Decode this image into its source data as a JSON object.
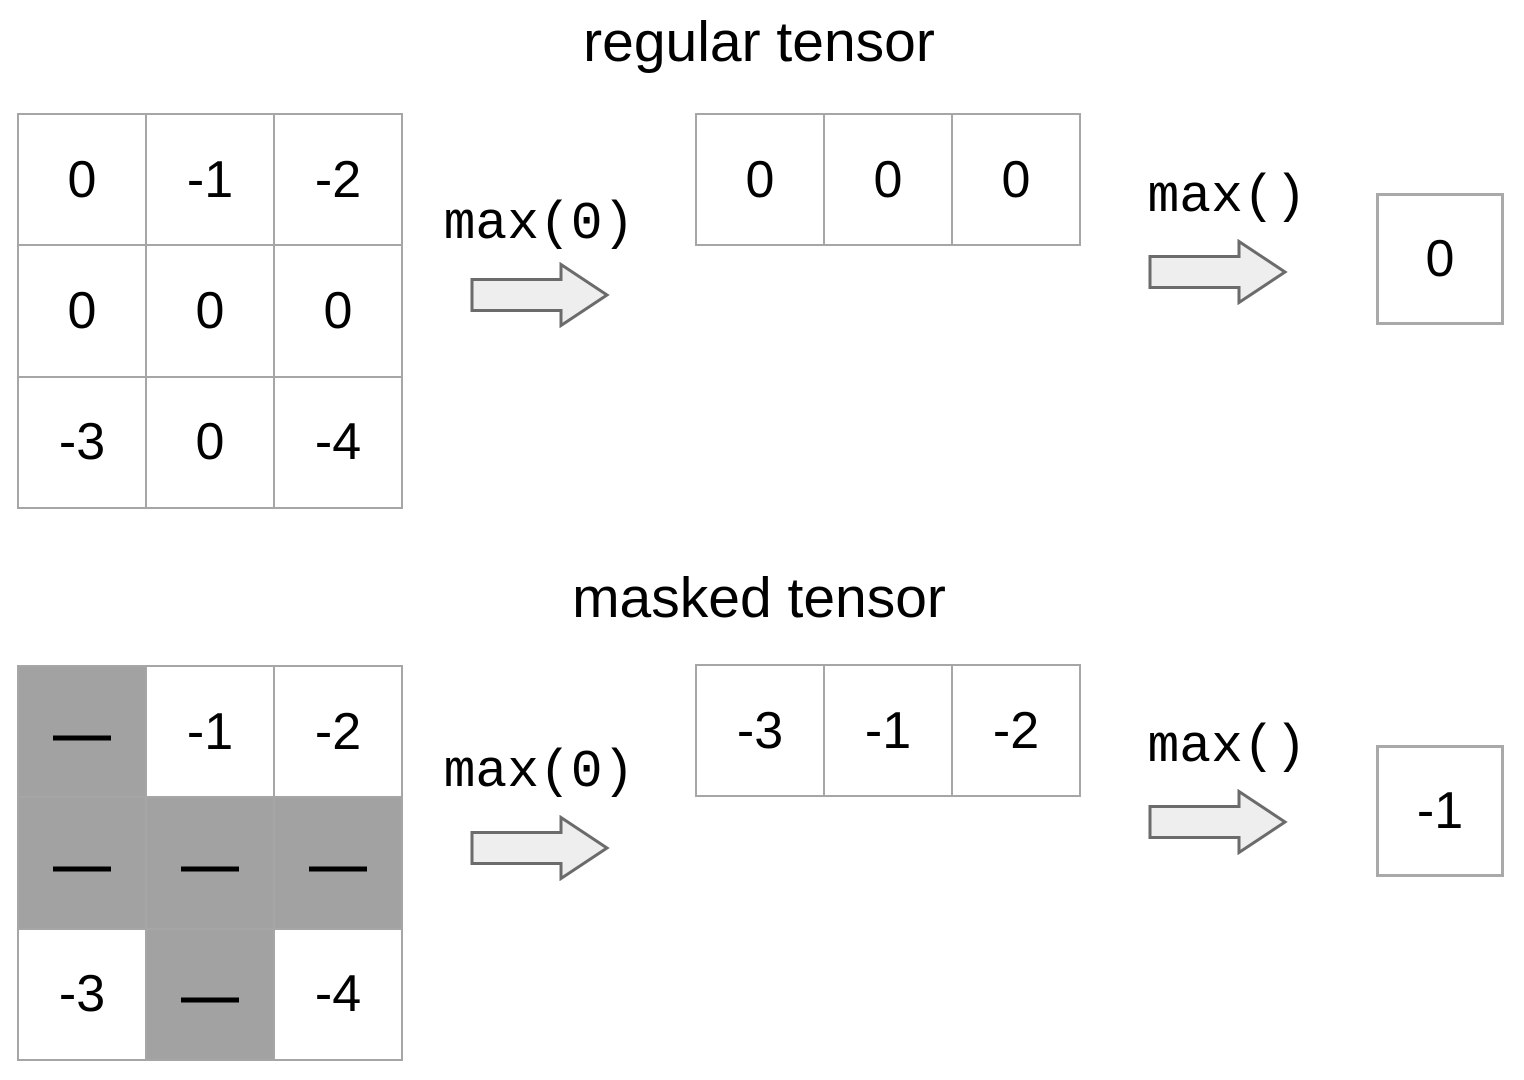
{
  "colors": {
    "background": "#ffffff",
    "text": "#000000",
    "grid-border": "#a6a6a6",
    "cell-bg": "#ffffff",
    "masked-fill": "#a2a2a2",
    "arrow-fill": "#eeeeee",
    "arrow-stroke": "#6b6b6b",
    "result-border": "#a9a9a9"
  },
  "sections": [
    {
      "title": "regular tensor",
      "step1_label": "max(0)",
      "step2_label": "max()",
      "input_grid": {
        "cells": [
          {
            "value": "0",
            "masked": false
          },
          {
            "value": "-1",
            "masked": false
          },
          {
            "value": "-2",
            "masked": false
          },
          {
            "value": "0",
            "masked": false
          },
          {
            "value": "0",
            "masked": false
          },
          {
            "value": "0",
            "masked": false
          },
          {
            "value": "-3",
            "masked": false
          },
          {
            "value": "0",
            "masked": false
          },
          {
            "value": "-4",
            "masked": false
          }
        ]
      },
      "row_result": {
        "cells": [
          {
            "value": "0"
          },
          {
            "value": "0"
          },
          {
            "value": "0"
          }
        ]
      },
      "final_result": "0"
    },
    {
      "title": "masked tensor",
      "step1_label": "max(0)",
      "step2_label": "max()",
      "input_grid": {
        "cells": [
          {
            "value": "—",
            "masked": true
          },
          {
            "value": "-1",
            "masked": false
          },
          {
            "value": "-2",
            "masked": false
          },
          {
            "value": "—",
            "masked": true
          },
          {
            "value": "—",
            "masked": true
          },
          {
            "value": "—",
            "masked": true
          },
          {
            "value": "-3",
            "masked": false
          },
          {
            "value": "—",
            "masked": true
          },
          {
            "value": "-4",
            "masked": false
          }
        ]
      },
      "row_result": {
        "cells": [
          {
            "value": "-3"
          },
          {
            "value": "-1"
          },
          {
            "value": "-2"
          }
        ]
      },
      "final_result": "-1"
    }
  ]
}
